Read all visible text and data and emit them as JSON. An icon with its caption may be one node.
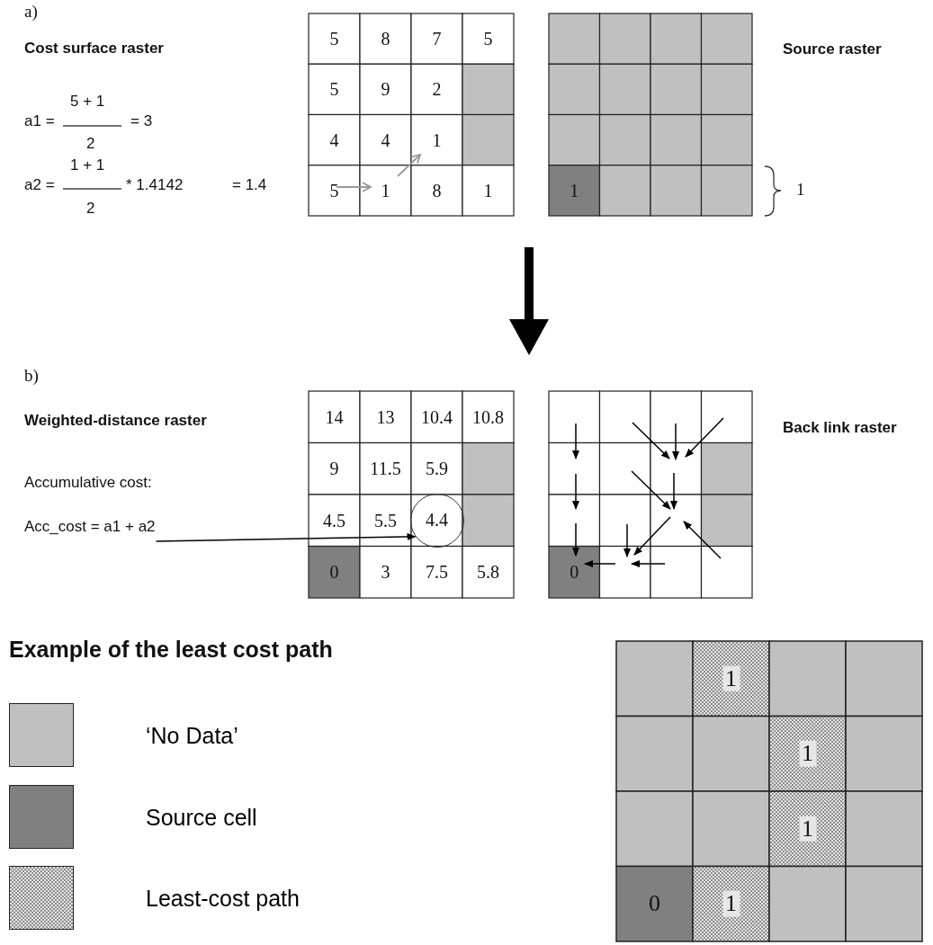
{
  "diagram": {
    "nodes": [
      {
        "text": [
          "Acc_cost = a1 + a2"
        ]
      },
      {
        "text": [
          "4.4"
        ]
      }
    ],
    "edges": [
      {
        "from": 0,
        "to": 1,
        "arrow": "to"
      }
    ],
    "labels": [
      "a)",
      "Cost surface raster",
      "a1 =",
      "5 + 1",
      "2",
      "= 3",
      "a2 =",
      "1 + 1",
      "2",
      "* 1.4142",
      "= 1.4",
      "5",
      "8",
      "7",
      "5",
      "5",
      "9",
      "2",
      "4",
      "4",
      "1",
      "5",
      "1",
      "8",
      "1",
      "Source raster",
      "1",
      "1",
      "b)",
      "Weighted-distance raster",
      "14",
      "13",
      "10.4",
      "10.8",
      "9",
      "11.5",
      "5.9",
      "4.5",
      "5.5",
      "0",
      "3",
      "7.5",
      "5.8",
      "Accumulative cost:",
      "Back link raster",
      "0",
      "Example of the least cost path",
      "1",
      "1",
      "1",
      "0",
      "1"
    ],
    "legend": [
      {
        "text": "‘No Data’",
        "color": "#c0c0c0"
      },
      {
        "text": "Source cell",
        "color": "#808080"
      },
      {
        "text": "Least-cost path"
      }
    ]
  }
}
